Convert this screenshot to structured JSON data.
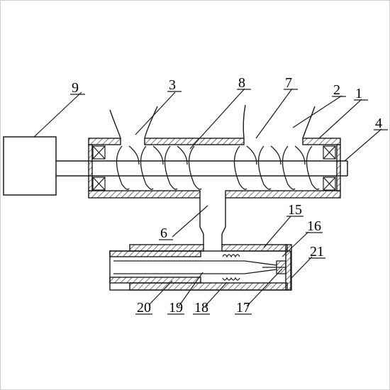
{
  "labels": {
    "l1": "1",
    "l2": "2",
    "l3": "3",
    "l4": "4",
    "l6": "6",
    "l7": "7",
    "l8": "8",
    "l9": "9",
    "l15": "15",
    "l16": "16",
    "l17": "17",
    "l18": "18",
    "l19": "19",
    "l20": "20",
    "l21": "21"
  },
  "colors": {
    "line": "#1a1a1a",
    "background": "#ffffff",
    "frame": "#cfcfcf"
  }
}
